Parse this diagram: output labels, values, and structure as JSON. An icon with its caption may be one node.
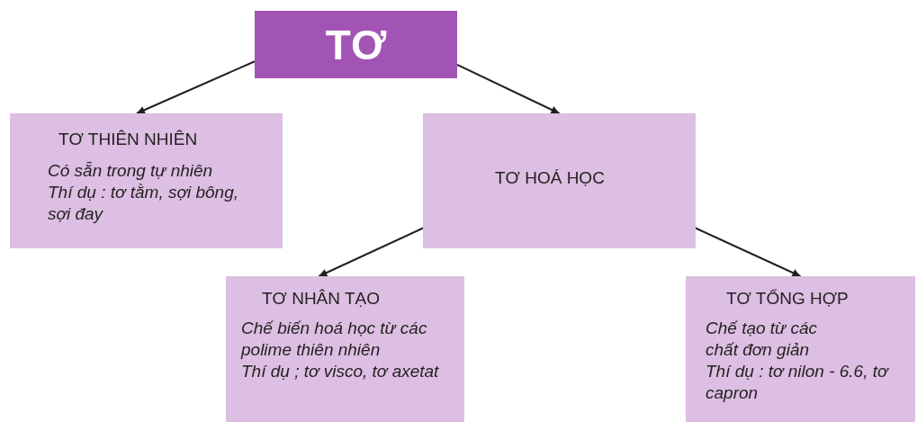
{
  "diagram": {
    "nodes": [
      {
        "text": [
          "TƠ"
        ]
      },
      {
        "text": [
          "TƠ THIÊN NHIÊN",
          "Có sẵn trong tự nhiên",
          "Thí dụ : tơ tằm, sợi bông, sợi đay"
        ]
      },
      {
        "text": [
          "TƠ HOÁ HỌC"
        ]
      },
      {
        "text": [
          "TƠ NHÂN TẠO",
          "Chế biến hoá học từ các polime thiên nhiên",
          "Thí dụ ; tơ visco, tơ axetat"
        ]
      },
      {
        "text": [
          "TƠ TỔNG HỢP",
          "Chế tạo từ các chất đơn giản",
          "Thí dụ : tơ nilon - 6.6, tơ capron"
        ]
      }
    ],
    "edges": [
      {
        "from": 0,
        "to": 1,
        "arrow": "to"
      },
      {
        "from": 0,
        "to": 2,
        "arrow": "to"
      },
      {
        "from": 2,
        "to": 3,
        "arrow": "to"
      },
      {
        "from": 2,
        "to": 4,
        "arrow": "to"
      }
    ]
  }
}
